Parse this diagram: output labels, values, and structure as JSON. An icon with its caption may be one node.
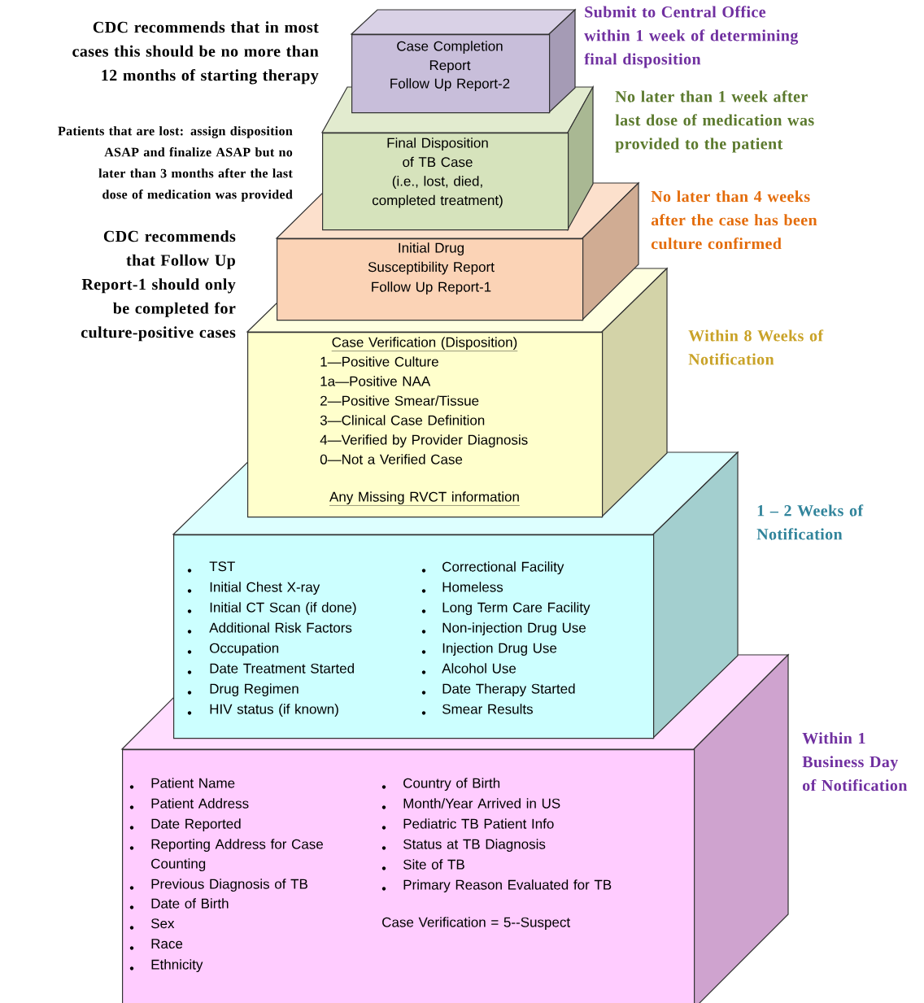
{
  "diagram": {
    "nodes": [
      {
        "text": [
          "Case Completion Report",
          "Follow Up Report-2"
        ],
        "beside": [
          "Submit to Central Office within 1 week of determining final disposition"
        ]
      },
      {
        "text": [
          "Final Disposition of TB Case",
          "(i.e., lost, died, completed treatment)"
        ],
        "beside": [
          "No later than 1 week after last dose of medication was provided to the patient"
        ]
      },
      {
        "text": [
          "Initial Drug Susceptibility Report",
          "Follow Up Report-1"
        ],
        "beside": [
          "No later than 4 weeks after the case has been culture confirmed"
        ]
      },
      {
        "text": [
          "Case Verification (Disposition)",
          "1—Positive Culture",
          "1a—Positive NAA",
          "2—Positive Smear/Tissue",
          "3—Clinical Case Definition",
          "4—Verified by Provider Diagnosis",
          "0—Not a Verified Case",
          "Any Missing RVCT information"
        ],
        "beside": [
          "Within 8 Weeks of Notification"
        ]
      },
      {
        "text": [
          "TST",
          "Initial Chest X-ray",
          "Initial CT Scan (if done)",
          "Additional Risk Factors",
          "Occupation",
          "Date Treatment Started",
          "Drug Regimen",
          "HIV status (if known)",
          "Correctional Facility",
          "Homeless",
          "Long Term Care Facility",
          "Non-injection Drug Use",
          "Injection Drug Use",
          "Alcohol Use",
          "Date Therapy Started",
          "Smear Results"
        ],
        "beside": [
          "1 – 2 Weeks of Notification"
        ]
      },
      {
        "text": [
          "Patient Name",
          "Patient Address",
          "Date Reported",
          "Reporting Address for Case Counting",
          "Previous Diagnosis of TB",
          "Date of Birth",
          "Sex",
          "Race",
          "Ethnicity",
          "Country of Birth",
          "Month/Year Arrived in US",
          "Pediatric TB Patient Info",
          "Status at TB Diagnosis",
          "Site of TB",
          "Primary Reason Evaluated for TB",
          "Case Verification = 5--Suspect"
        ],
        "beside": [
          "Within 1 Business Day of Notification"
        ]
      }
    ],
    "labels": [
      "CDC recommends that in most cases this should be no more than 12 months of starting therapy",
      "Patients that are lost: assign disposition ASAP and finalize ASAP but no later than 3 months after the last dose of medication was provided",
      "CDC recommends that Follow Up Report-1 should only be completed for culture-positive cases"
    ]
  }
}
